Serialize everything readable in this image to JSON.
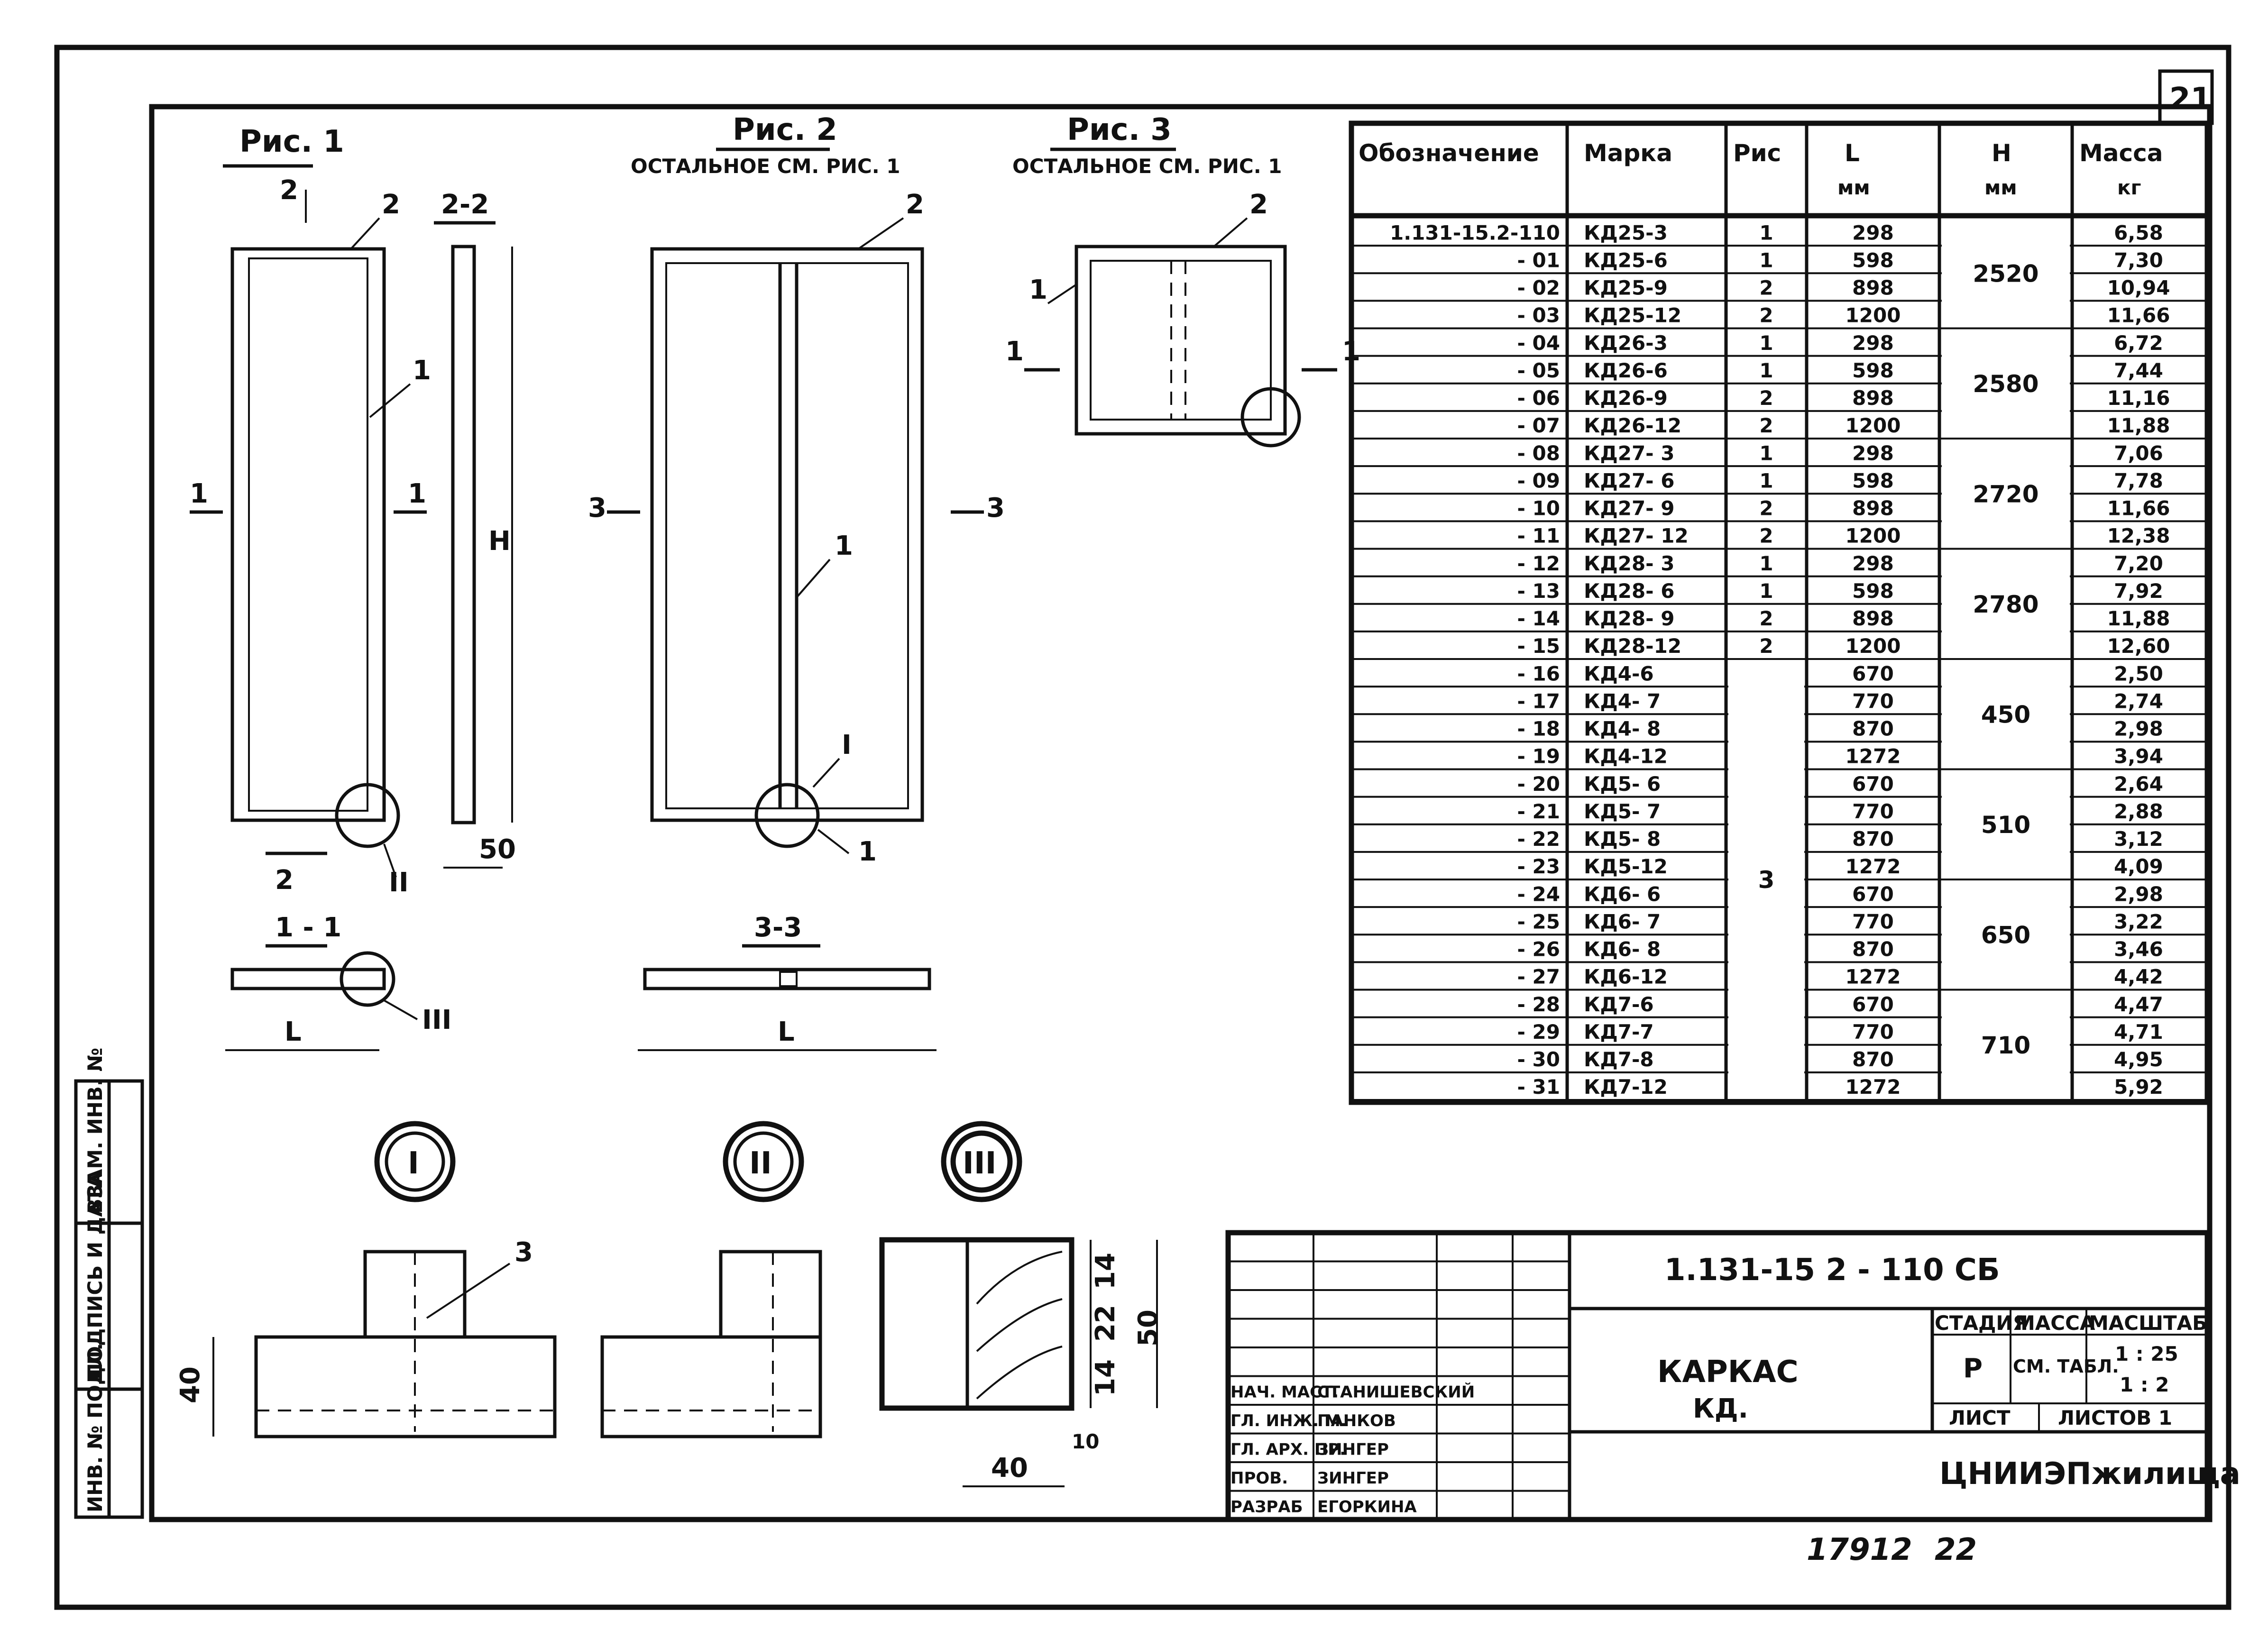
{
  "sheet_number": "21",
  "stamp_number": "17912",
  "page_number": "22",
  "figures": {
    "fig1": {
      "title": "Рис. 1",
      "section": "2-2",
      "dim_height": "H",
      "dim_width": "50",
      "section_1": "1 - 1",
      "dim_L": "L"
    },
    "fig2": {
      "title": "Рис. 2",
      "subtitle": "ОСТАЛЬНОЕ СМ. РИС. 1",
      "section": "3-3",
      "dim_L": "L"
    },
    "fig3": {
      "title": "Рис. 3",
      "subtitle": "ОСТАЛЬНОЕ СМ. РИС. 1"
    }
  },
  "callouts": {
    "c1": "1",
    "c2": "2",
    "c3": "3",
    "roman1": "I",
    "roman2": "II",
    "roman3": "III"
  },
  "details": {
    "d1_dim": "40",
    "d1_callout": "3",
    "d3_dims": [
      "14",
      "22",
      "14",
      "50"
    ],
    "d3_bottom": [
      "40",
      "10"
    ]
  },
  "table": {
    "headers": [
      "Обозначение",
      "Марка",
      "Рис",
      "L",
      "H",
      "Масса"
    ],
    "units": [
      "",
      "",
      "",
      "мм",
      "мм",
      "кг"
    ],
    "rows": [
      [
        "1.131-15.2-110",
        "КД25-3",
        "1",
        "298",
        "6,58"
      ],
      [
        "- 01",
        "КД25-6",
        "1",
        "598",
        "7,30"
      ],
      [
        "- 02",
        "КД25-9",
        "2",
        "898",
        "10,94"
      ],
      [
        "- 03",
        "КД25-12",
        "2",
        "1200",
        "11,66"
      ],
      [
        "- 04",
        "КД26-3",
        "1",
        "298",
        "6,72"
      ],
      [
        "- 05",
        "КД26-6",
        "1",
        "598",
        "7,44"
      ],
      [
        "- 06",
        "КД26-9",
        "2",
        "898",
        "11,16"
      ],
      [
        "- 07",
        "КД26-12",
        "2",
        "1200",
        "11,88"
      ],
      [
        "- 08",
        "КД27- 3",
        "1",
        "298",
        "7,06"
      ],
      [
        "- 09",
        "КД27- 6",
        "1",
        "598",
        "7,78"
      ],
      [
        "- 10",
        "КД27- 9",
        "2",
        "898",
        "11,66"
      ],
      [
        "- 11",
        "КД27- 12",
        "2",
        "1200",
        "12,38"
      ],
      [
        "- 12",
        "КД28- 3",
        "1",
        "298",
        "7,20"
      ],
      [
        "- 13",
        "КД28- 6",
        "1",
        "598",
        "7,92"
      ],
      [
        "- 14",
        "КД28- 9",
        "2",
        "898",
        "11,88"
      ],
      [
        "- 15",
        "КД28-12",
        "2",
        "1200",
        "12,60"
      ],
      [
        "- 16",
        "КД4-6",
        "",
        "670",
        "2,50"
      ],
      [
        "- 17",
        "КД4- 7",
        "",
        "770",
        "2,74"
      ],
      [
        "- 18",
        "КД4- 8",
        "",
        "870",
        "2,98"
      ],
      [
        "- 19",
        "КД4-12",
        "",
        "1272",
        "3,94"
      ],
      [
        "- 20",
        "КД5- 6",
        "",
        "670",
        "2,64"
      ],
      [
        "- 21",
        "КД5- 7",
        "",
        "770",
        "2,88"
      ],
      [
        "- 22",
        "КД5- 8",
        "",
        "870",
        "3,12"
      ],
      [
        "- 23",
        "КД5-12",
        "",
        "1272",
        "4,09"
      ],
      [
        "- 24",
        "КД6- 6",
        "",
        "670",
        "2,98"
      ],
      [
        "- 25",
        "КД6- 7",
        "",
        "770",
        "3,22"
      ],
      [
        "- 26",
        "КД6- 8",
        "",
        "870",
        "3,46"
      ],
      [
        "- 27",
        "КД6-12",
        "",
        "1272",
        "4,42"
      ],
      [
        "- 28",
        "КД7-6",
        "",
        "670",
        "4,47"
      ],
      [
        "- 29",
        "КД7-7",
        "",
        "770",
        "4,71"
      ],
      [
        "- 30",
        "КД7-8",
        "",
        "870",
        "4,95"
      ],
      [
        "- 31",
        "КД7-12",
        "",
        "1272",
        "5,92"
      ]
    ],
    "h_groups": [
      "2520",
      "2580",
      "2720",
      "2780",
      "450",
      "510",
      "650",
      "710"
    ],
    "ris_merged": "3"
  },
  "title_block": {
    "code": "1.131-15 2 - 110 СБ",
    "title": "КАРКАС",
    "subtitle": "КД.",
    "stage_label": "СТАДИЯ",
    "mass_label": "МАССА",
    "scale_label": "МАСШТАБ",
    "stage_value": "Р",
    "mass_value": "СМ. ТАБЛ.",
    "scale_values": [
      "1 : 25",
      "1 : 2"
    ],
    "sheet_label": "ЛИСТ",
    "sheets_label": "ЛИСТОВ 1",
    "org": "ЦНИИЭПжилища",
    "roles": [
      [
        "НАЧ. МАСТ.",
        "СТАНИШЕВСКИЙ"
      ],
      [
        "ГЛ. ИНЖ. М.",
        "ПАНКОВ"
      ],
      [
        "ГЛ. АРХ. ПР.",
        "ЗИНГЕР"
      ],
      [
        "ПРОВ.",
        "ЗИНГЕР"
      ],
      [
        "РАЗРАБ",
        "ЕГОРКИНА"
      ]
    ]
  },
  "side_stamp": [
    "ИНВ. № ПОДЛ.",
    "ПОДПИСЬ И ДАТА",
    "ВЗАМ. ИНВ. №"
  ]
}
